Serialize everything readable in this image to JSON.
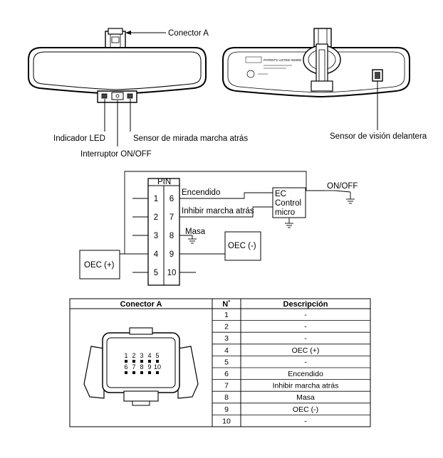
{
  "mirror_labels": {
    "connector_a": "Conector A",
    "led": "Indicador LED",
    "reverse_sensor": "Sensor de mirada marcha atrás",
    "switch": "Interruptor ON/OFF",
    "front_sensor": "Sensor de visión delantera",
    "patent_text": "PATENTS LISTED INSIDE"
  },
  "schematic": {
    "pin_header": "PIN",
    "left_pins": [
      "1",
      "2",
      "3",
      "4",
      "5"
    ],
    "right_pins": [
      "6",
      "7",
      "8",
      "9",
      "10"
    ],
    "ignition": "Encendido",
    "reverse_inhibit": "Inhibir marcha atrás",
    "ground": "Masa",
    "ec_line1": "EC",
    "ec_line2": "Control",
    "ec_line3": "micro",
    "on_off": "ON/OFF",
    "oec_minus": "OEC (-)",
    "oec_plus": "OEC (+)"
  },
  "table": {
    "col_connector": "Conector A",
    "col_no": "N˚",
    "col_desc": "Descripción",
    "connector_pin_row1": [
      "1",
      "2",
      "3",
      "4",
      "5"
    ],
    "connector_pin_row2": [
      "6",
      "7",
      "8",
      "9",
      "10"
    ],
    "rows": [
      {
        "no": "1",
        "desc": "-"
      },
      {
        "no": "2",
        "desc": "-"
      },
      {
        "no": "3",
        "desc": "-"
      },
      {
        "no": "4",
        "desc": "OEC (+)"
      },
      {
        "no": "5",
        "desc": "-"
      },
      {
        "no": "6",
        "desc": "Encendido"
      },
      {
        "no": "7",
        "desc": "Inhibir marcha atrás"
      },
      {
        "no": "8",
        "desc": "Masa"
      },
      {
        "no": "9",
        "desc": "OEC (-)"
      },
      {
        "no": "10",
        "desc": "-"
      }
    ]
  }
}
